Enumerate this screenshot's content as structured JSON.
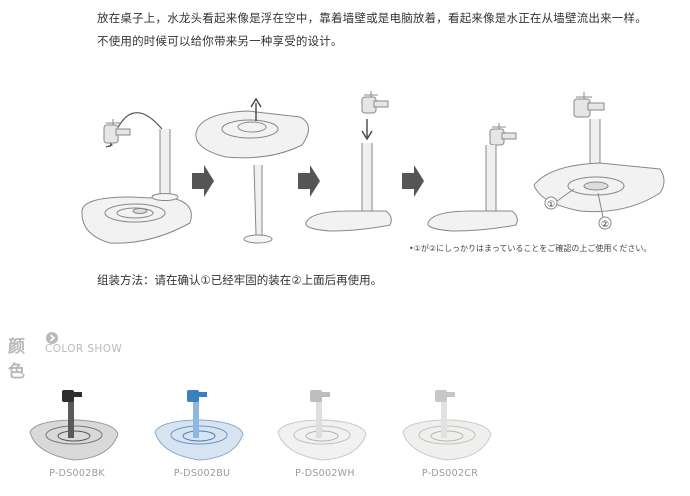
{
  "description": {
    "line1": "放在桌子上，水龙头看起来像是浮在空中，靠着墙壁或是电脑放着，看起来像是水正在从墙壁流出来一样。",
    "line2": "不使用的时候可以给你带来另一种享受的设计。"
  },
  "diagram": {
    "marker1": "①",
    "marker2": "②",
    "note": "•①が②にしっかりはまっていることをご確認の上ご使用ください。"
  },
  "assembly": "组装方法：请在确认①已经牢固的装在②上面后再使用。",
  "color_section": {
    "title_cn": "颜色",
    "title_en": "COLOR  SHOW"
  },
  "products": [
    {
      "code": "P-DS002BK",
      "color": "#2e2e2e",
      "water": "#5a5a5a"
    },
    {
      "code": "P-DS002BU",
      "color": "#3a7fc0",
      "water": "#8db7e0"
    },
    {
      "code": "P-DS002WH",
      "color": "#bdbdbd",
      "water": "#dedede"
    },
    {
      "code": "P-DS002CR",
      "color": "#c7c7c7",
      "water": "#e2e2e2"
    }
  ]
}
